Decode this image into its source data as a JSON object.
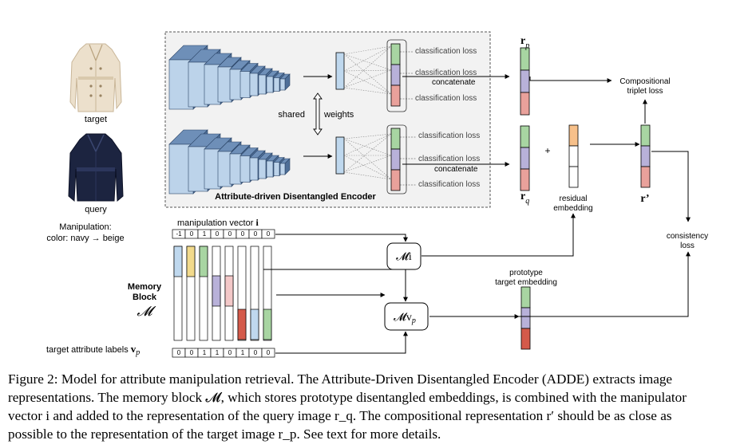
{
  "images": {
    "target_label": "target",
    "query_label": "query",
    "manipulation_title": "Manipulation:",
    "manipulation_text": "color: navy → beige"
  },
  "encoder": {
    "title": "Attribute-driven Disentangled Encoder",
    "shared": "shared",
    "weights": "weights",
    "loss_label": "classification loss",
    "concatenate": "concatenate"
  },
  "right": {
    "rp": "r",
    "rp_sub": "p",
    "rq": "r",
    "rq_sub": "q",
    "plus": "+",
    "residual_1": "residual",
    "residual_2": "embedding",
    "r_prime": "r’",
    "comp_loss_1": "Compositional",
    "comp_loss_2": "triplet loss",
    "consistency_1": "consistency",
    "consistency_2": "loss",
    "prototype_1": "prototype",
    "prototype_2": "target embedding"
  },
  "memory": {
    "manip_vector_label": "manipulation vector",
    "manip_vector_symbol": "i",
    "manip_vector_values": [
      "-1",
      "0",
      "1",
      "0",
      "0",
      "0",
      "0",
      "0"
    ],
    "block_title_1": "Memory",
    "block_title_2": "Block",
    "block_symbol": "𝓜",
    "target_labels_text": "target attribute labels",
    "target_labels_symbol": "v",
    "target_labels_sub": "p",
    "target_label_values": [
      "0",
      "0",
      "1",
      "1",
      "0",
      "1",
      "0",
      "0"
    ],
    "op_mi": "𝓜i",
    "op_mvp": "𝓜v",
    "op_mvp_sub": "p"
  },
  "colors": {
    "green": "#a8d5a2",
    "purple": "#b8b1d9",
    "red": "#e9a19b",
    "orange": "#f7c08a",
    "yellow": "#f2da8c",
    "pink": "#f3c8c8",
    "blue": "#bfd8ee",
    "dark_red": "#d45a4a",
    "cnn_front": "#bcd3ea",
    "cnn_top": "#6e8fb8"
  },
  "caption": {
    "line1": "Figure 2: Model for attribute manipulation retrieval. The Attribute-Driven Disentangled Encoder (ADDE) extracts image",
    "line2": "representations. The memory block 𝓜, which stores prototype disentangled embeddings, is combined with the manipulator",
    "line3": "vector i and added to the representation of the query image r_q. The compositional representation r′ should be as close as",
    "line4": "possible to the representation of the target image r_p. See text for more details."
  }
}
